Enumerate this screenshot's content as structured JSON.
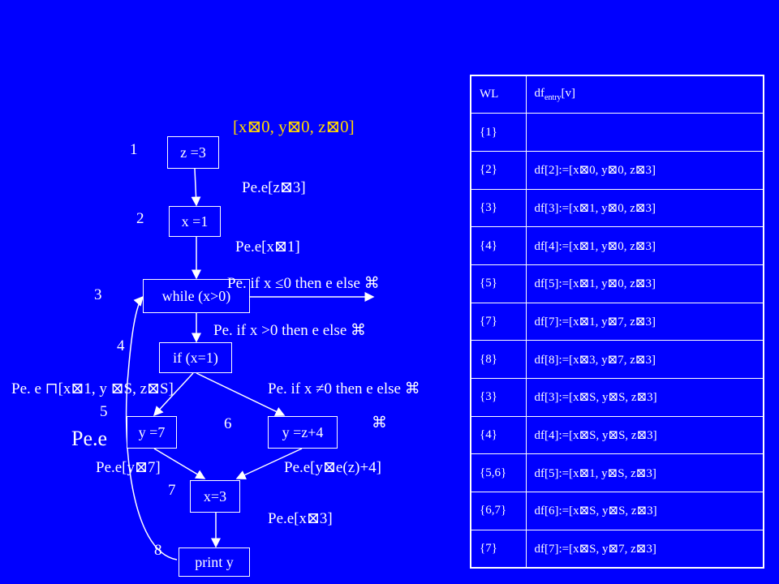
{
  "diagram": {
    "initial_env": "[x⊠0, y⊠0, z⊠0]",
    "nodes": {
      "z3": "z =3",
      "x1": "x =1",
      "while": "while (x>0)",
      "if": "if (x=1)",
      "y7": "y =7",
      "yz4": "y =z+4",
      "x3": "x=3",
      "print": "print y"
    },
    "numbers": [
      "1",
      "2",
      "3",
      "4",
      "5",
      "6",
      "7",
      "8"
    ],
    "annotations": {
      "a_z3": "Pe.e[z⊠3]",
      "a_x1": "Pe.e[x⊠1]",
      "a_exit": "Pe. if x ≤0 then e    else ⌘",
      "a_true": "Pe. if x >0 then e    else ⌘",
      "a_left": "Pe. e ⊓[x⊠1, y ⊠S, z⊠S]",
      "a_right": "Pe. if x ≠0 then e    else ⌘",
      "a_right2": "⌘",
      "a_big": "Pe.e",
      "a_y7": "Pe.e[y⊠7]",
      "a_yz4": "Pe.e[y⊠e(z)+4]",
      "a_x3": "Pe.e[x⊠3]"
    }
  },
  "table": {
    "header": {
      "wl": "WL",
      "df_main": "df",
      "df_sub": "entry",
      "df_tail": "[v]"
    },
    "rows": [
      {
        "wl": "{1}",
        "df": ""
      },
      {
        "wl": "{2}",
        "df": "df[2]:=[x⊠0, y⊠0, z⊠3]"
      },
      {
        "wl": "{3}",
        "df": "df[3]:=[x⊠1, y⊠0, z⊠3]"
      },
      {
        "wl": "{4}",
        "df": "df[4]:=[x⊠1, y⊠0, z⊠3]"
      },
      {
        "wl": "{5}",
        "df": "df[5]:=[x⊠1, y⊠0, z⊠3]"
      },
      {
        "wl": "{7}",
        "df": "df[7]:=[x⊠1, y⊠7, z⊠3]"
      },
      {
        "wl": "{8}",
        "df": "df[8]:=[x⊠3, y⊠7, z⊠3]"
      },
      {
        "wl": "{3}",
        "df": "df[3]:=[x⊠S, y⊠S, z⊠3]"
      },
      {
        "wl": "{4}",
        "df": "df[4]:=[x⊠S, y⊠S, z⊠3]"
      },
      {
        "wl": "{5,6}",
        "df": "df[5]:=[x⊠1, y⊠S, z⊠3]"
      },
      {
        "wl": "{6,7}",
        "df": "df[6]:=[x⊠S, y⊠S, z⊠3]"
      },
      {
        "wl": "{7}",
        "df": "df[7]:=[x⊠S, y⊠7, z⊠3]"
      }
    ]
  }
}
